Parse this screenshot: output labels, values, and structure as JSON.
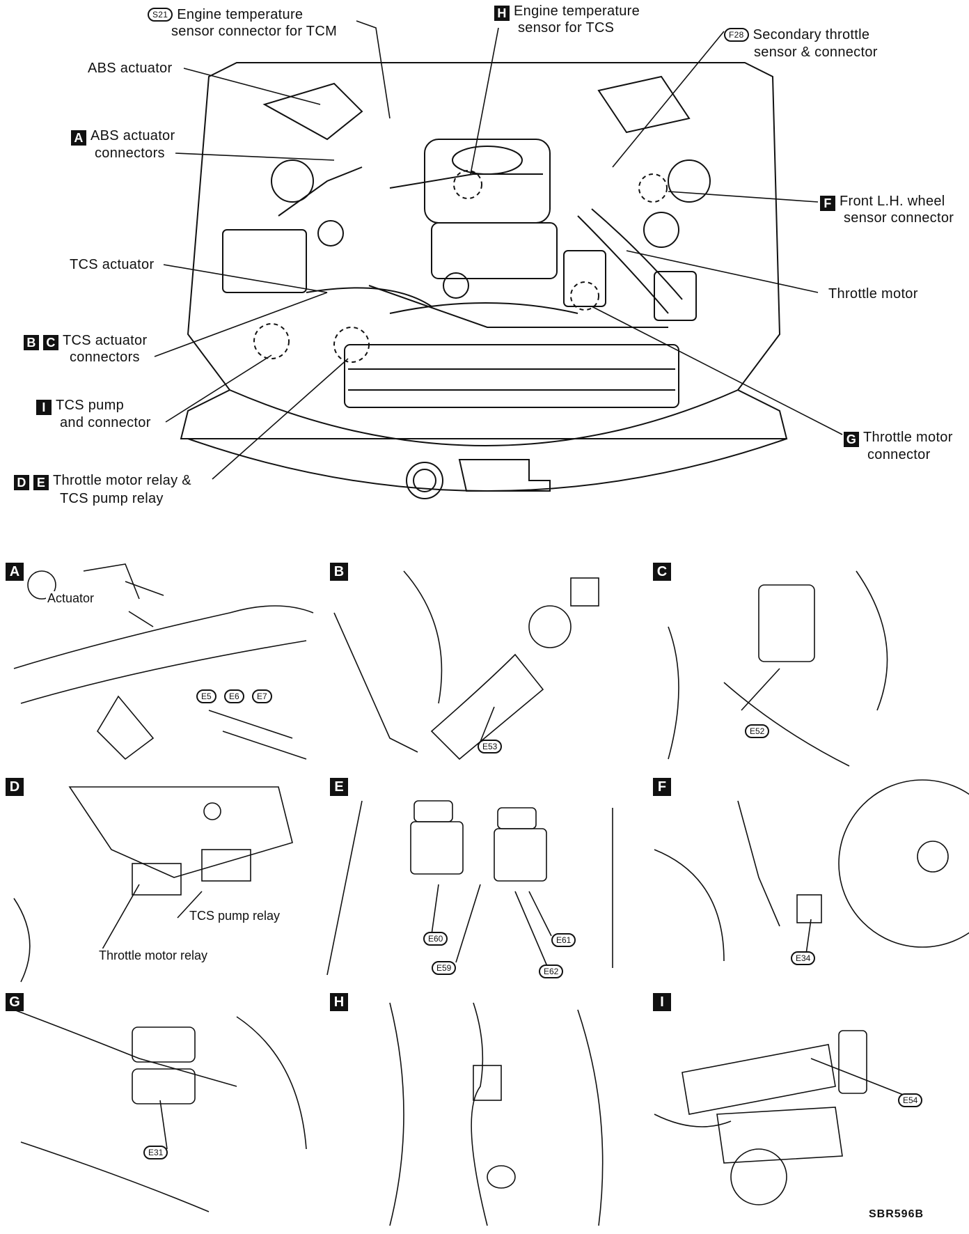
{
  "overview_labels": {
    "tcm_sensor_circle": "S21",
    "tcm_sensor_line1": "Engine temperature",
    "tcm_sensor_line2": "sensor connector for TCM",
    "h_box": "H",
    "h_line1": "Engine temperature",
    "h_line2": "sensor for TCS",
    "sec_circle": "F28",
    "sec_line1": "Secondary throttle",
    "sec_line2": "sensor & connector",
    "abs_actuator": "ABS actuator",
    "a_box": "A",
    "a_line1": "ABS actuator",
    "a_line2": "connectors",
    "f_box": "F",
    "f_line1": "Front L.H. wheel",
    "f_line2": "sensor connector",
    "tcs_actuator": "TCS actuator",
    "throttle_motor": "Throttle motor",
    "b_box": "B",
    "c_box": "C",
    "bc_line1": "TCS actuator",
    "bc_line2": "connectors",
    "i_box": "I",
    "i_line1": "TCS pump",
    "i_line2": "and connector",
    "g_box": "G",
    "g_line1": "Throttle motor",
    "g_line2": "connector",
    "d_box": "D",
    "e_box": "E",
    "de_line1": "Throttle motor relay &",
    "de_line2": "TCS pump relay"
  },
  "panels": {
    "a": {
      "letter": "A",
      "actuator": "Actuator",
      "c1": "E5",
      "c2": "E6",
      "c3": "E7"
    },
    "b": {
      "letter": "B",
      "c1": "E53"
    },
    "c": {
      "letter": "C",
      "c1": "E52"
    },
    "d": {
      "letter": "D",
      "pump": "TCS pump relay",
      "throttle": "Throttle motor relay"
    },
    "e": {
      "letter": "E",
      "c1": "E60",
      "c2": "E59",
      "c3": "E61",
      "c4": "E62"
    },
    "f": {
      "letter": "F",
      "c1": "E34"
    },
    "g": {
      "letter": "G",
      "c1": "E31"
    },
    "h": {
      "letter": "H"
    },
    "i": {
      "letter": "I",
      "c1": "E54"
    }
  },
  "figure_code": "SBR596B"
}
